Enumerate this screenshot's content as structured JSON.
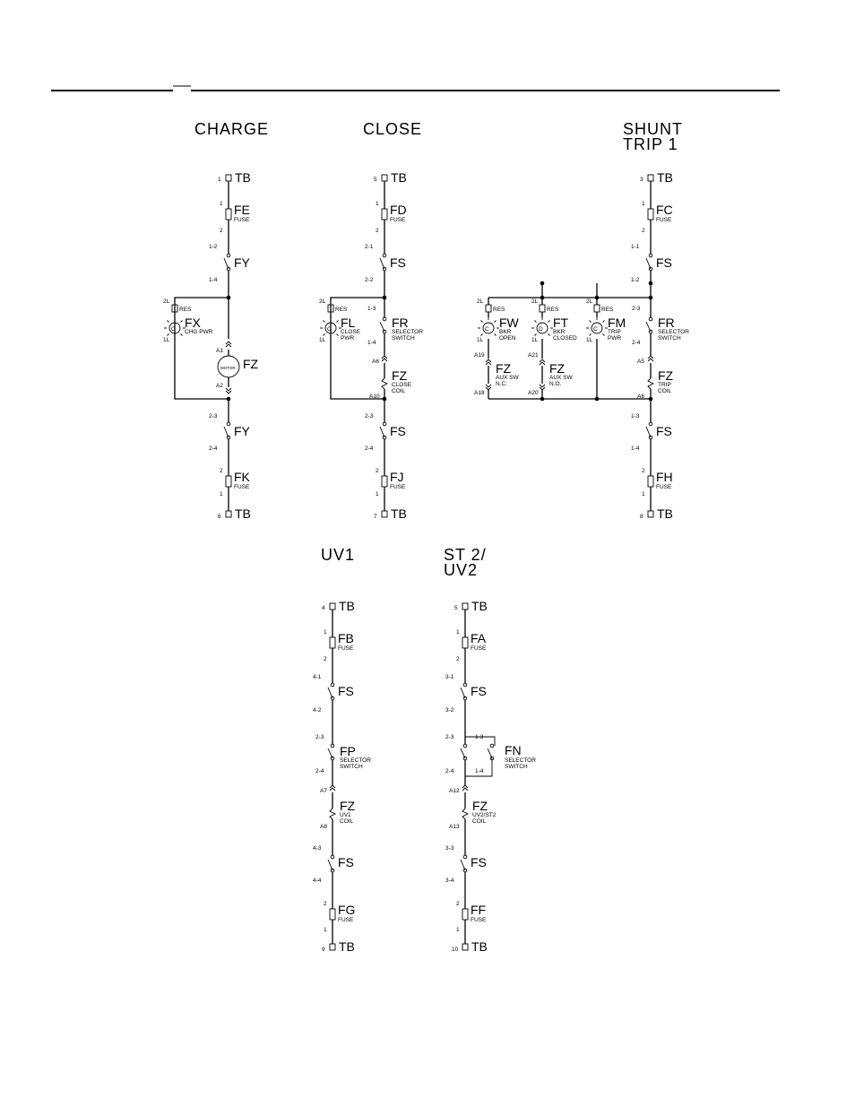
{
  "header": {
    "tick": "—"
  },
  "sections": {
    "charge": {
      "title": "CHARGE"
    },
    "close": {
      "title": "CLOSE"
    },
    "shunt": {
      "title1": "SHUNT",
      "title2": "TRIP  1"
    },
    "uv1": {
      "title": "UV1"
    },
    "st2": {
      "title1": "ST  2/",
      "title2": "UV2"
    }
  },
  "labels": {
    "tb": "TB",
    "fuse": "FUSE",
    "fs": "FS",
    "fy": "FY",
    "fz": "FZ",
    "fe": "FE",
    "fk": "FK",
    "fd": "FD",
    "fj": "FJ",
    "fc": "FC",
    "fh": "FH",
    "fb": "FB",
    "fg": "FG",
    "fa": "FA",
    "ff": "FF",
    "fx": "FX",
    "fl": "FL",
    "fr": "FR",
    "fw": "FW",
    "ft": "FT",
    "fm": "FM",
    "fp": "FP",
    "fn": "FN",
    "chg_pwr": "CHG PWR",
    "close": "CLOSE",
    "pwr": "PWR",
    "selector": "SELECTOR",
    "switch": "SWITCH",
    "close_coil1": "CLOSE",
    "coil": "COIL",
    "bkr": "BKR",
    "open": "OPEN",
    "closed": "CLOSED",
    "trip": "TRIP",
    "aux_sw": "AUX  SW",
    "nc": "N.C.",
    "no": "N.O.",
    "uv1": "UV1",
    "uv2st2": "UV2/ST2",
    "motor": "MOTOR",
    "c": "C",
    "d": "D",
    "res": "RES"
  },
  "pins": {
    "p1": "1",
    "p2": "2",
    "p3": "3",
    "p4": "4",
    "p5": "5",
    "p6": "6",
    "p7": "7",
    "p8": "8",
    "p9": "9",
    "p10": "10",
    "n12": "1-2",
    "n14": "1-4",
    "n13": "1-3",
    "n11": "1-1",
    "n21": "2-1",
    "n22": "2-2",
    "n23": "2-3",
    "n24": "2-4",
    "n31": "3-1",
    "n32": "3-2",
    "n33": "3-3",
    "n34": "3-4",
    "n41": "4-1",
    "n42": "4-2",
    "n43": "4-3",
    "n44": "4-4",
    "l2": "2L",
    "l1": "1L",
    "a1": "A1",
    "a2": "A2",
    "a5": "A5",
    "a6": "A6",
    "a7": "A7",
    "a8": "A8",
    "a10": "A10",
    "a12": "A12",
    "a13": "A13",
    "a18": "A18",
    "a19": "A19",
    "a20": "A20",
    "a21": "A21"
  }
}
